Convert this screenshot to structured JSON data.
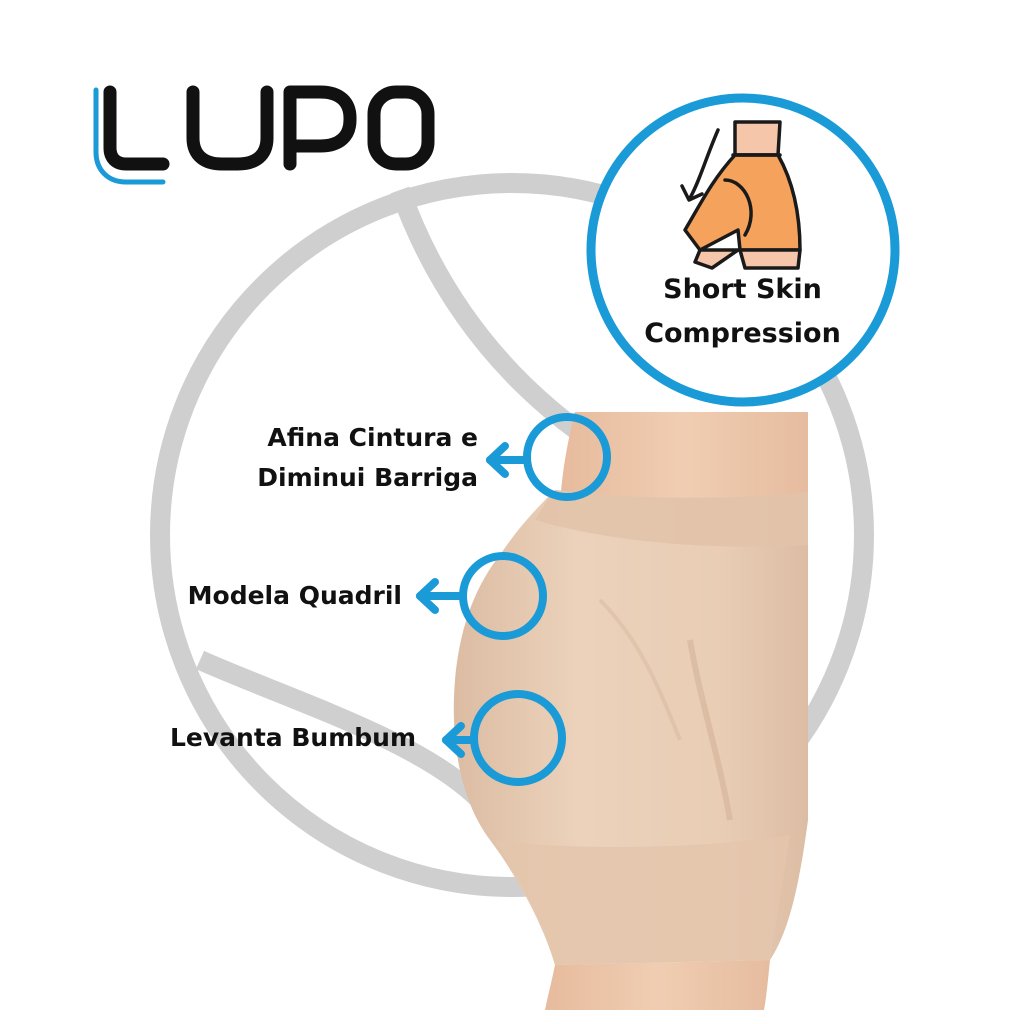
{
  "brand": {
    "name": "LUPO",
    "primary_color": "#1a9ad6",
    "text_color": "#111111"
  },
  "badge": {
    "line1": "Short Skin",
    "line2": "Compression",
    "icon": "shapewear-short-icon"
  },
  "callouts": {
    "waist": {
      "line1": "Afina Cintura e",
      "line2": "Diminui Barriga"
    },
    "hip": {
      "line1": "Modela Quadril"
    },
    "butt": {
      "line1": "Levanta Bumbum"
    }
  },
  "colors": {
    "accent_blue": "#1a9ad6",
    "watermark_gray": "#cfcfcf",
    "garment_beige": "#e8cdb5",
    "skin": "#eec8ad",
    "icon_orange": "#f5a25d"
  }
}
